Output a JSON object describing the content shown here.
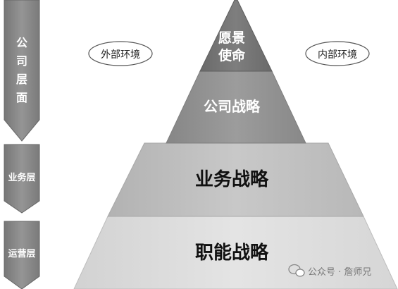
{
  "side_labels": {
    "company": [
      "公",
      "司",
      "层",
      "面"
    ],
    "business": "业务层",
    "operations": "运营层"
  },
  "ovals": {
    "external": "外部环境",
    "internal": "内部环境"
  },
  "pyramid": {
    "vision_line1": "愿景",
    "vision_line2": "使命",
    "corporate": "公司战略",
    "business": "业务战略",
    "functional": "职能战略"
  },
  "watermark": {
    "text": "公众号 · 詹师兄",
    "icon": "chat-bubble-icon"
  },
  "colors": {
    "apex": "#7a7a7a",
    "corporate": "#9a9a9a",
    "business": "#c4c4c4",
    "functional": "#dedede",
    "side_arrow": "#8a8a8a"
  }
}
